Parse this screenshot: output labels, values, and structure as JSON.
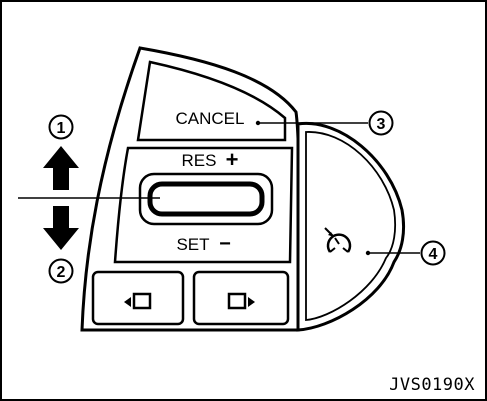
{
  "labels": {
    "cancel": "CANCEL",
    "res": "RES",
    "res_sign": "+",
    "set": "SET",
    "set_sign": "−"
  },
  "callouts": {
    "c1": "1",
    "c2": "2",
    "c3": "3",
    "c4": "4"
  },
  "figure_code": "JVS0190X",
  "icons": {
    "prev": "left-triangle-screen-icon",
    "next": "screen-right-triangle-icon",
    "speed": "speedometer-icon"
  }
}
